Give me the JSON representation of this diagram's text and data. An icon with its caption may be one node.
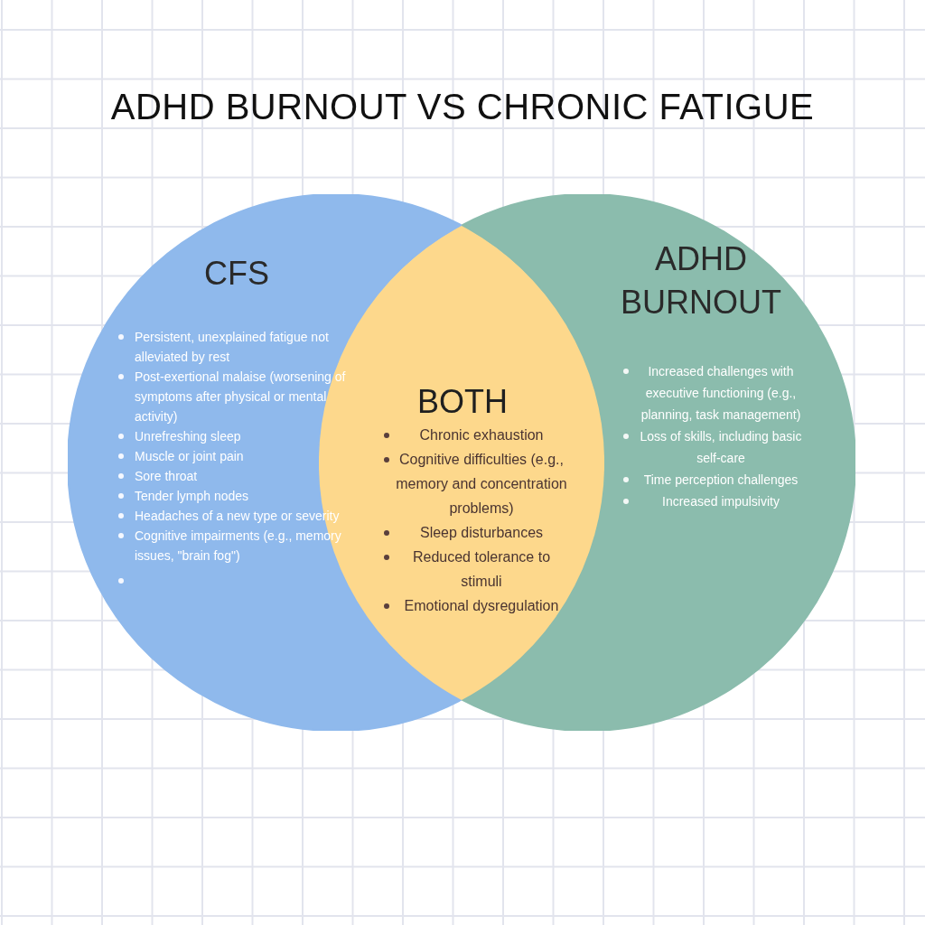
{
  "diagram": {
    "title": "ADHD BURNOUT VS CHRONIC FATIGUE",
    "nodes": [
      {
        "text": [
          "CFS",
          "Persistent, unexplained fatigue not alleviated by rest",
          "Post-exertional malaise (worsening of symptoms after physical or mental activity)",
          "Unrefreshing sleep",
          "Muscle or joint pain",
          "Sore throat",
          "Tender lymph nodes",
          "Headaches of a new type or severity",
          "Cognitive impairments (e.g., memory issues, \"brain fog\")"
        ]
      },
      {
        "text": [
          "BOTH",
          "Chronic exhaustion",
          "Cognitive difficulties (e.g., memory and concentration problems)",
          "Sleep disturbances",
          "Reduced tolerance to stimuli",
          "Emotional dysregulation"
        ]
      },
      {
        "text": [
          "ADHD BURNOUT",
          "Increased challenges with executive functioning (e.g., planning, task management)",
          "Loss of skills, including basic self-care",
          "Time perception challenges",
          "Increased impulsivity"
        ]
      }
    ]
  }
}
